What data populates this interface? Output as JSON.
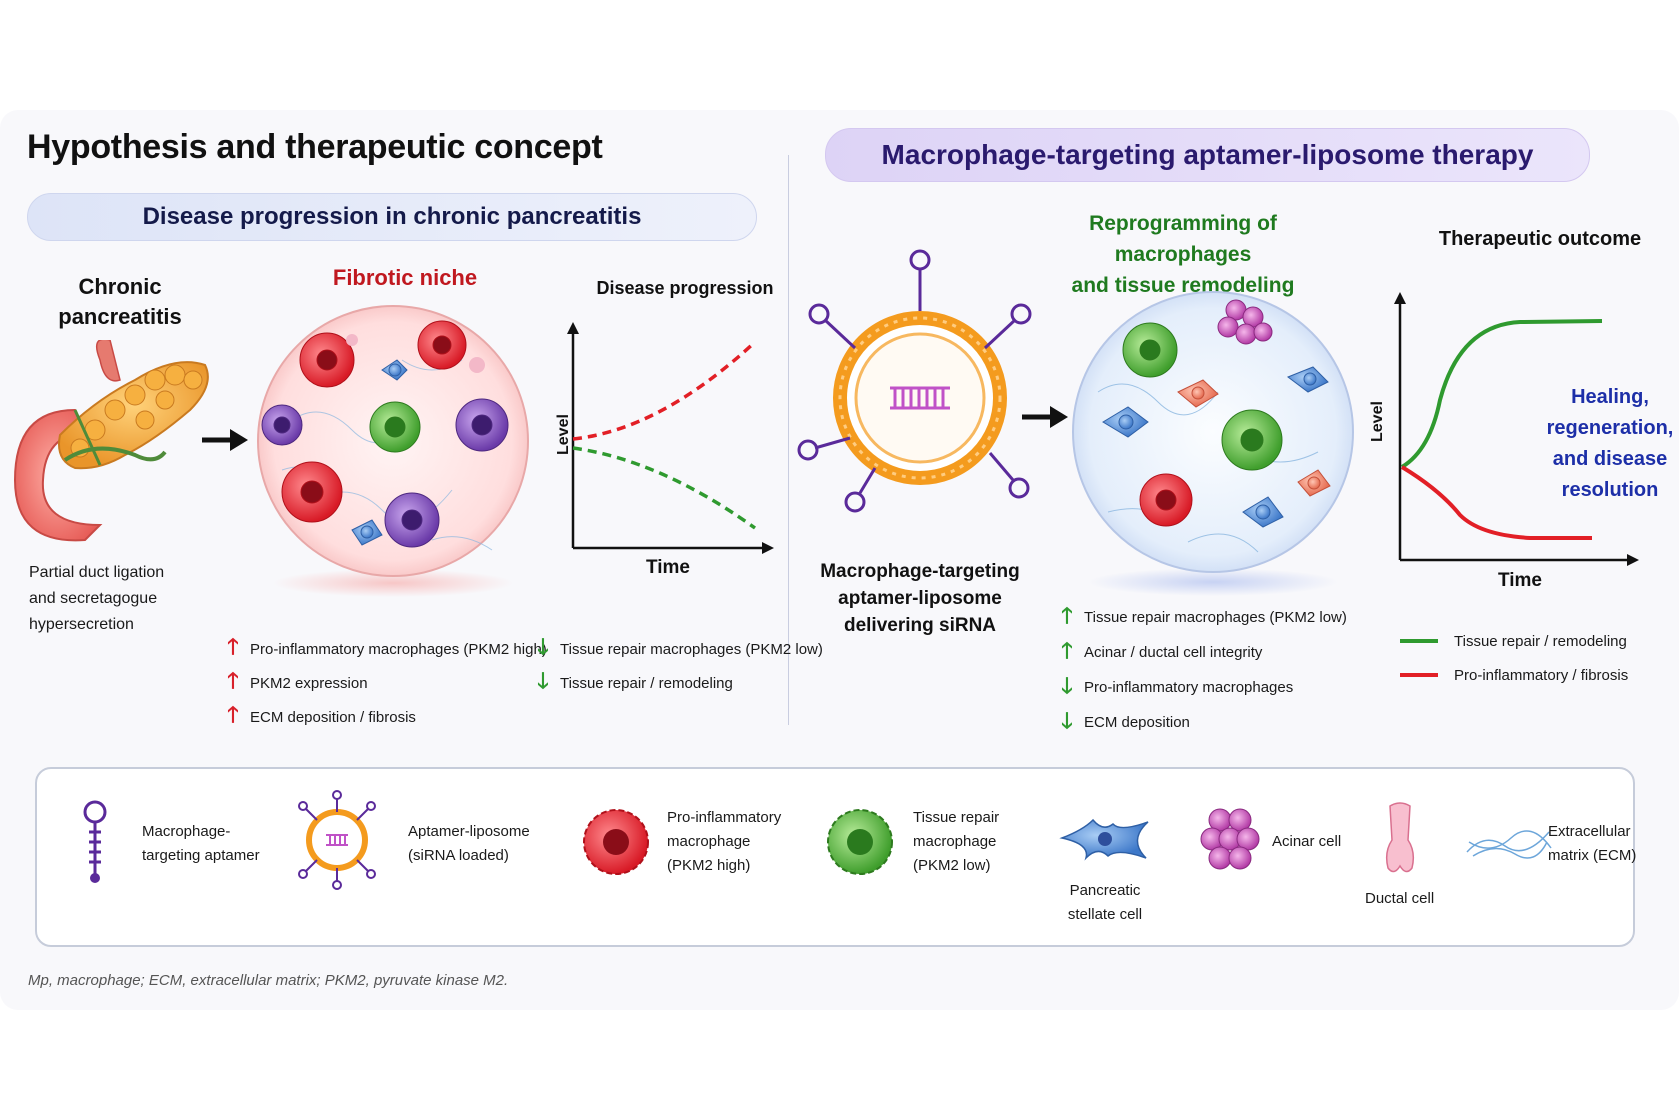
{
  "title": "Hypothesis and therapeutic concept",
  "left_section": {
    "header": "Disease progression in chronic pancreatitis",
    "pancreas_label": "Chronic pancreatitis",
    "pancreas_label_lines": [
      "Chronic",
      "pancreatitis"
    ],
    "pancreas_caption_lines": [
      "Partial duct ligation",
      "and secretagogue",
      "hypersecretion"
    ],
    "niche_title": "Fibrotic niche",
    "graph_title": "Disease progression",
    "graph_ylabel": "Level",
    "graph_xlabel": "Time",
    "up_list": [
      "Pro-inflammatory macrophages (PKM2 high)",
      "PKM2 expression",
      "ECM deposition / fibrosis"
    ],
    "down_list": [
      "Tissue repair macrophages (PKM2 low)",
      "Tissue repair / remodeling"
    ]
  },
  "right_section": {
    "header": "Macrophage-targeting aptamer-liposome therapy",
    "liposome_caption_lines": [
      "Macrophage-targeting",
      "aptamer-liposome",
      "delivering siRNA"
    ],
    "reprogram_title_lines": [
      "Reprogramming of macrophages",
      "and tissue remodeling"
    ],
    "outcome_title": "Therapeutic outcome",
    "graph_ylabel": "Level",
    "graph_xlabel": "Time",
    "outcome_text_lines": [
      "Healing,",
      "regeneration,",
      "and disease",
      "resolution"
    ],
    "effects": [
      {
        "dir": "up",
        "text": "Tissue repair macrophages (PKM2 low)"
      },
      {
        "dir": "up",
        "text": "Acinar / ductal cell integrity"
      },
      {
        "dir": "down",
        "text": "Pro-inflammatory macrophages"
      },
      {
        "dir": "down",
        "text": "ECM deposition"
      }
    ],
    "graph_legend": [
      {
        "label": "Tissue repair / remodeling",
        "color": "#2f9a2f"
      },
      {
        "label": "Pro-inflammatory / fibrosis",
        "color": "#e21f26"
      }
    ]
  },
  "legend": [
    {
      "icon": "aptamer",
      "lines": [
        "Macrophage-",
        "targeting aptamer"
      ]
    },
    {
      "icon": "aptamer-liposome",
      "lines": [
        "Aptamer-liposome",
        "(siRNA loaded)"
      ]
    },
    {
      "icon": "pro-inflammatory-macrophage",
      "lines": [
        "Pro-inflammatory",
        "macrophage",
        "(PKM2 high)"
      ]
    },
    {
      "icon": "tissue-repair-macrophage",
      "lines": [
        "Tissue repair",
        "macrophage",
        "(PKM2 low)"
      ]
    },
    {
      "icon": "pancreatic-stellate-cell",
      "lines": [
        "Pancreatic",
        "stellate cell"
      ]
    },
    {
      "icon": "acinar-cell",
      "lines": [
        "Acinar cell"
      ]
    },
    {
      "icon": "ductal-cell",
      "lines": [
        "Ductal cell"
      ]
    },
    {
      "icon": "extracellular-matrix",
      "lines": [
        "Extracellular",
        "matrix (ECM)"
      ]
    }
  ],
  "footnote": "Mp, macrophage; ECM, extracellular matrix; PKM2, pyruvate kinase M2.",
  "colors": {
    "pro_inflammatory": "#e21f26",
    "tissue_repair": "#2f9a2f",
    "niche_title": "#c0181f",
    "reprogram_title": "#1f7a1f",
    "outcome_text": "#1d2fa8",
    "liposome": "#f49b1e",
    "aptamer": "#5a2a9a"
  }
}
